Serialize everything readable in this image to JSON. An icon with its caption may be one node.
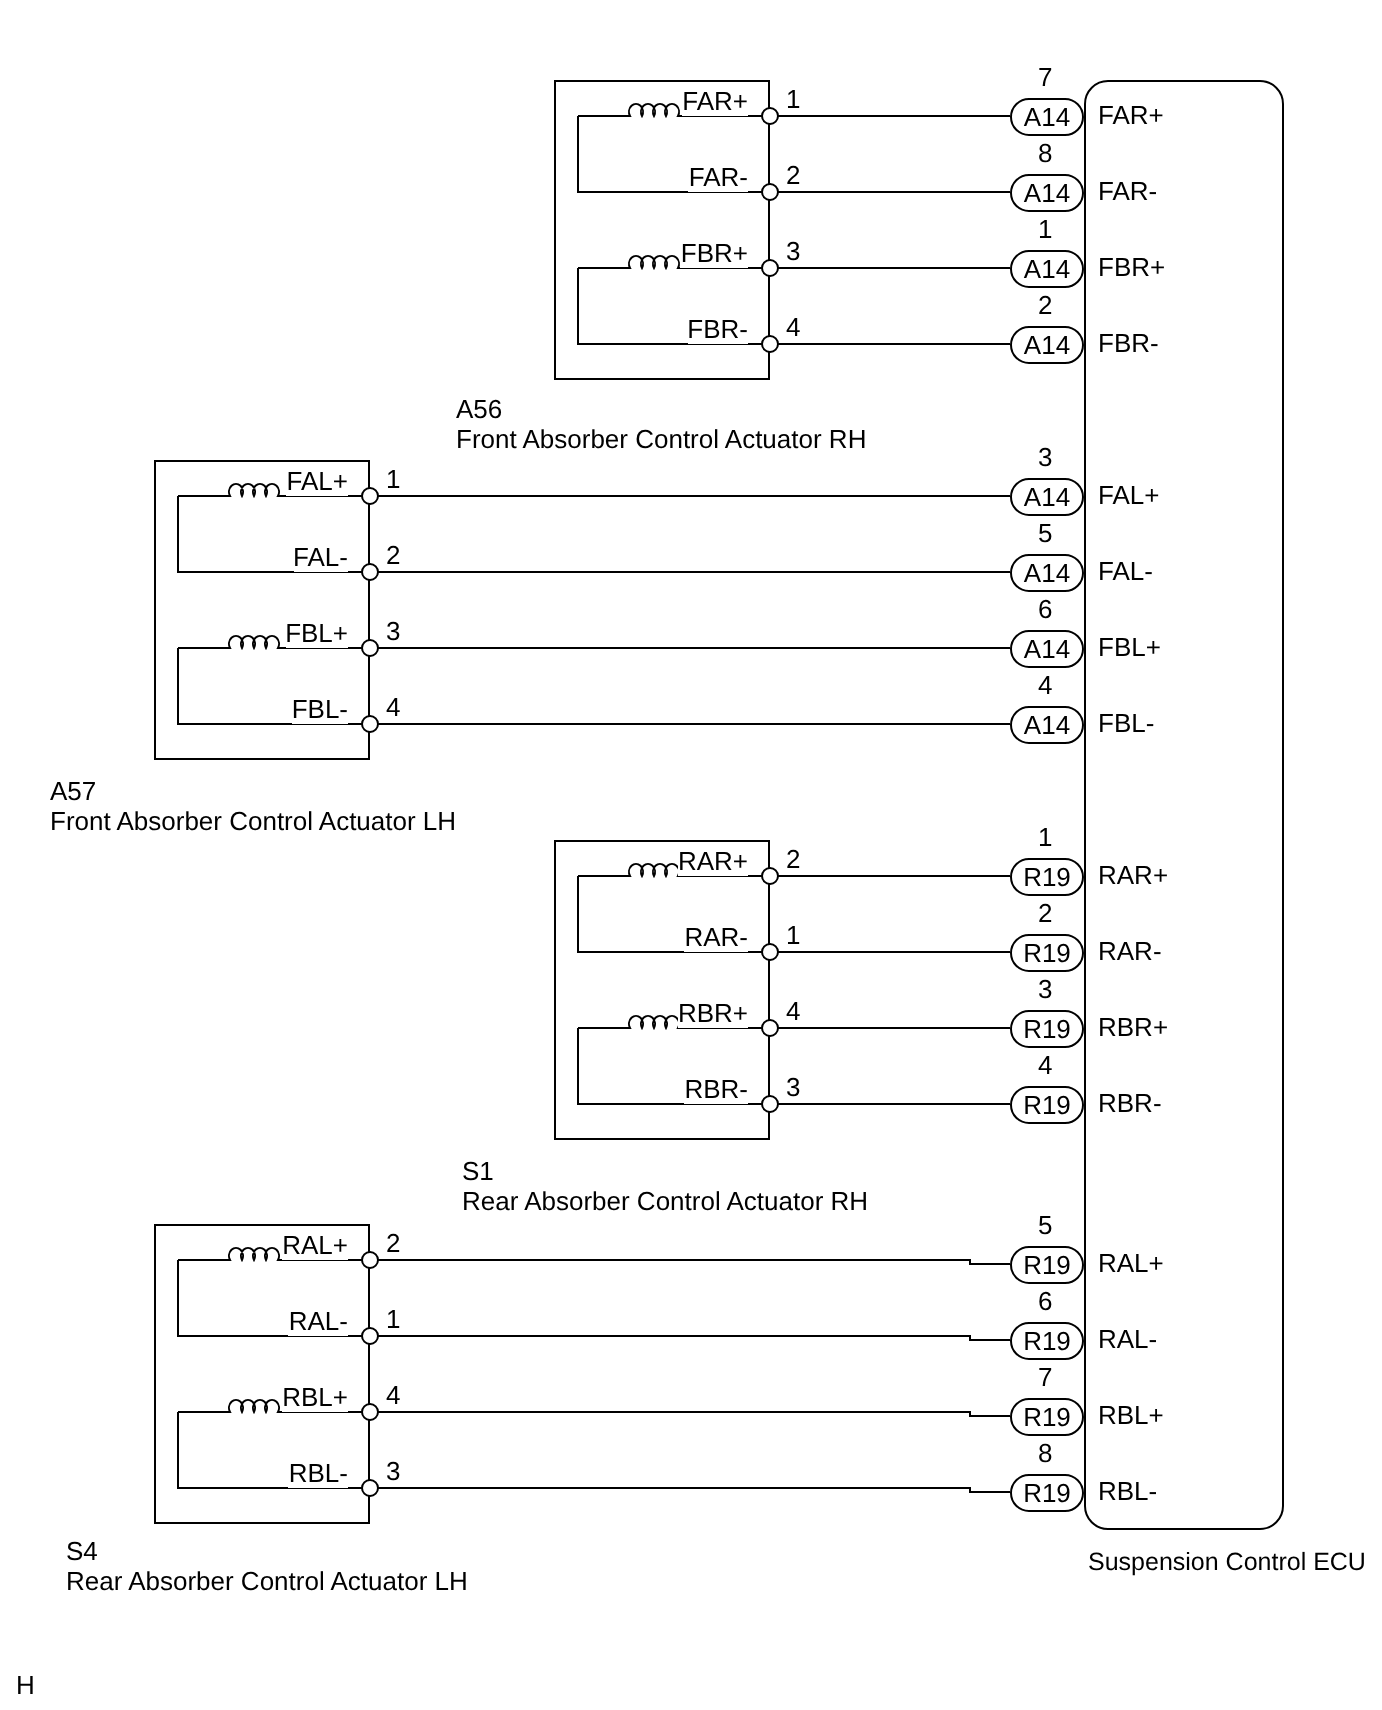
{
  "diagram": {
    "nodes": [
      {
        "text": [
          "FAR+",
          "FAR-",
          "FBR+",
          "FBR-",
          "A56",
          "Front Absorber Control Actuator RH"
        ]
      },
      {
        "text": [
          "FAR+",
          "FAR-",
          "FBR+",
          "FBR-",
          "FAL+",
          "FAL-",
          "FBL+",
          "FBL-",
          "RAR+",
          "RAR-",
          "RBR+",
          "RBR-",
          "RAL+",
          "RAL-",
          "RBL+",
          "RBL-",
          "Suspension Control ECU"
        ]
      },
      {
        "text": [
          "A14"
        ],
        "beside": [
          "7"
        ]
      },
      {
        "text": [
          "A14"
        ],
        "beside": [
          "8"
        ]
      },
      {
        "text": [
          "A14"
        ],
        "beside": [
          "1"
        ]
      },
      {
        "text": [
          "A14"
        ],
        "beside": [
          "2"
        ]
      },
      {
        "text": [
          "FAL+",
          "FAL-",
          "FBL+",
          "FBL-",
          "A57",
          "Front Absorber Control Actuator LH"
        ]
      },
      {
        "text": [
          "A14"
        ],
        "beside": [
          "3"
        ]
      },
      {
        "text": [
          "A14"
        ],
        "beside": [
          "5"
        ]
      },
      {
        "text": [
          "A14"
        ],
        "beside": [
          "6"
        ]
      },
      {
        "text": [
          "A14"
        ],
        "beside": [
          "4"
        ]
      },
      {
        "text": [
          "RAR+",
          "RAR-",
          "RBR+",
          "RBR-",
          "S1",
          "Rear Absorber Control Actuator RH"
        ]
      },
      {
        "text": [
          "R19"
        ],
        "beside": [
          "1"
        ]
      },
      {
        "text": [
          "R19"
        ],
        "beside": [
          "2"
        ]
      },
      {
        "text": [
          "R19"
        ],
        "beside": [
          "3"
        ]
      },
      {
        "text": [
          "R19"
        ],
        "beside": [
          "4"
        ]
      },
      {
        "text": [
          "RAL+",
          "RAL-",
          "RBL+",
          "RBL-",
          "S4",
          "Rear Absorber Control Actuator LH"
        ]
      },
      {
        "text": [
          "R19"
        ],
        "beside": [
          "5"
        ]
      },
      {
        "text": [
          "R19"
        ],
        "beside": [
          "6"
        ]
      },
      {
        "text": [
          "R19"
        ],
        "beside": [
          "7"
        ]
      },
      {
        "text": [
          "R19"
        ],
        "beside": [
          "8"
        ]
      }
    ],
    "edges": [
      {
        "from": 0,
        "to": 2,
        "arrow": "none",
        "label": "1"
      },
      {
        "from": 0,
        "to": 3,
        "arrow": "none",
        "label": "2"
      },
      {
        "from": 0,
        "to": 4,
        "arrow": "none",
        "label": "3"
      },
      {
        "from": 0,
        "to": 5,
        "arrow": "none",
        "label": "4"
      },
      {
        "from": 6,
        "to": 7,
        "arrow": "none",
        "label": "1"
      },
      {
        "from": 6,
        "to": 8,
        "arrow": "none",
        "label": "2"
      },
      {
        "from": 6,
        "to": 9,
        "arrow": "none",
        "label": "3"
      },
      {
        "from": 6,
        "to": 10,
        "arrow": "none",
        "label": "4"
      },
      {
        "from": 11,
        "to": 12,
        "arrow": "none",
        "label": "2"
      },
      {
        "from": 11,
        "to": 13,
        "arrow": "none",
        "label": "1"
      },
      {
        "from": 11,
        "to": 14,
        "arrow": "none",
        "label": "4"
      },
      {
        "from": 11,
        "to": 15,
        "arrow": "none",
        "label": "3"
      },
      {
        "from": 16,
        "to": 17,
        "arrow": "none",
        "label": "2"
      },
      {
        "from": 16,
        "to": 18,
        "arrow": "none",
        "label": "1"
      },
      {
        "from": 16,
        "to": 19,
        "arrow": "none",
        "label": "4"
      },
      {
        "from": 16,
        "to": 20,
        "arrow": "none",
        "label": "3"
      }
    ],
    "labels": [
      "H"
    ]
  }
}
